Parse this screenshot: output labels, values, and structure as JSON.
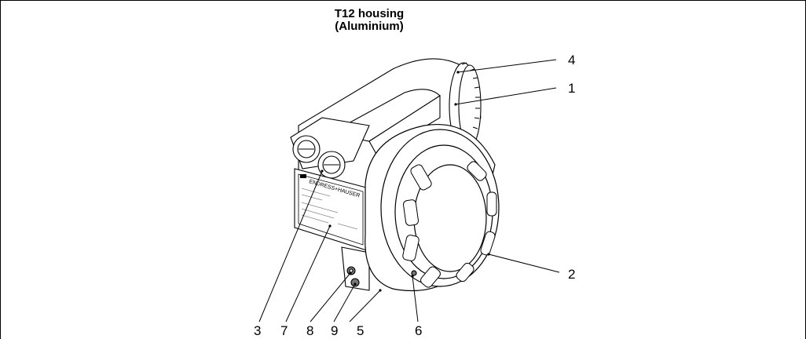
{
  "diagram": {
    "title_line1": "T12 housing",
    "title_line2": "(Aluminium)",
    "nameplate_brand": "ENDRESS+HAUSER",
    "callouts": [
      {
        "id": "c1",
        "label": "1"
      },
      {
        "id": "c2",
        "label": "2"
      },
      {
        "id": "c3",
        "label": "3"
      },
      {
        "id": "c4",
        "label": "4"
      },
      {
        "id": "c5",
        "label": "5"
      },
      {
        "id": "c6",
        "label": "6"
      },
      {
        "id": "c7",
        "label": "7"
      },
      {
        "id": "c8",
        "label": "8"
      },
      {
        "id": "c9",
        "label": "9"
      }
    ]
  }
}
